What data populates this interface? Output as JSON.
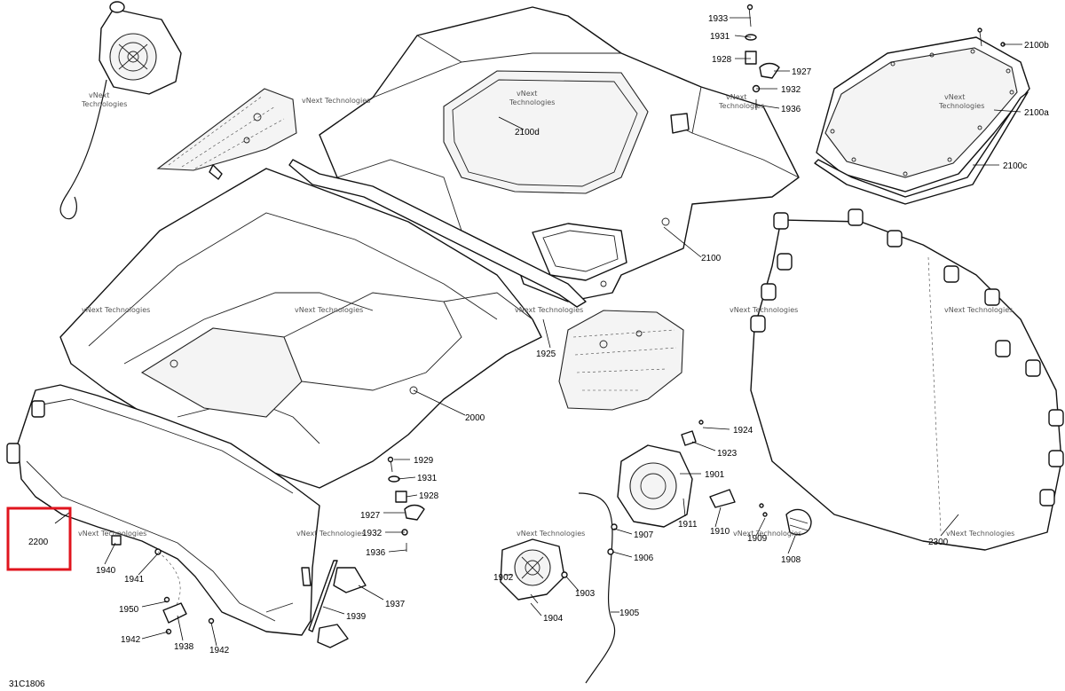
{
  "diagram_id": "31C1806",
  "watermark_line1": "vNext",
  "watermark_line2": "Technologies",
  "watermark_full": "vNext Technologies",
  "highlight_color": "#e0141e",
  "highlighted_part": "2200",
  "parts": {
    "p1933": "1933",
    "p1931a": "1931",
    "p1928a": "1928",
    "p1927a": "1927",
    "p1932a": "1932",
    "p1936a": "1936",
    "p2100b": "2100b",
    "p2100a": "2100a",
    "p2100c": "2100c",
    "p2100d": "2100d",
    "p2100": "2100",
    "p1925": "1925",
    "p2000": "2000",
    "p1924": "1924",
    "p1923": "1923",
    "p1901": "1901",
    "p1929": "1929",
    "p1931b": "1931",
    "p1928b": "1928",
    "p1927b": "1927",
    "p1932b": "1932",
    "p1936b": "1936",
    "p2200": "2200",
    "p1940": "1940",
    "p1941": "1941",
    "p1950": "1950",
    "p1942a": "1942",
    "p1938": "1938",
    "p1942b": "1942",
    "p1937": "1937",
    "p1939": "1939",
    "p1907": "1907",
    "p1906": "1906",
    "p1902": "1902",
    "p1903": "1903",
    "p1904": "1904",
    "p1905": "1905",
    "p1911": "1911",
    "p1910": "1910",
    "p1909": "1909",
    "p1908": "1908",
    "p2300": "2300"
  }
}
